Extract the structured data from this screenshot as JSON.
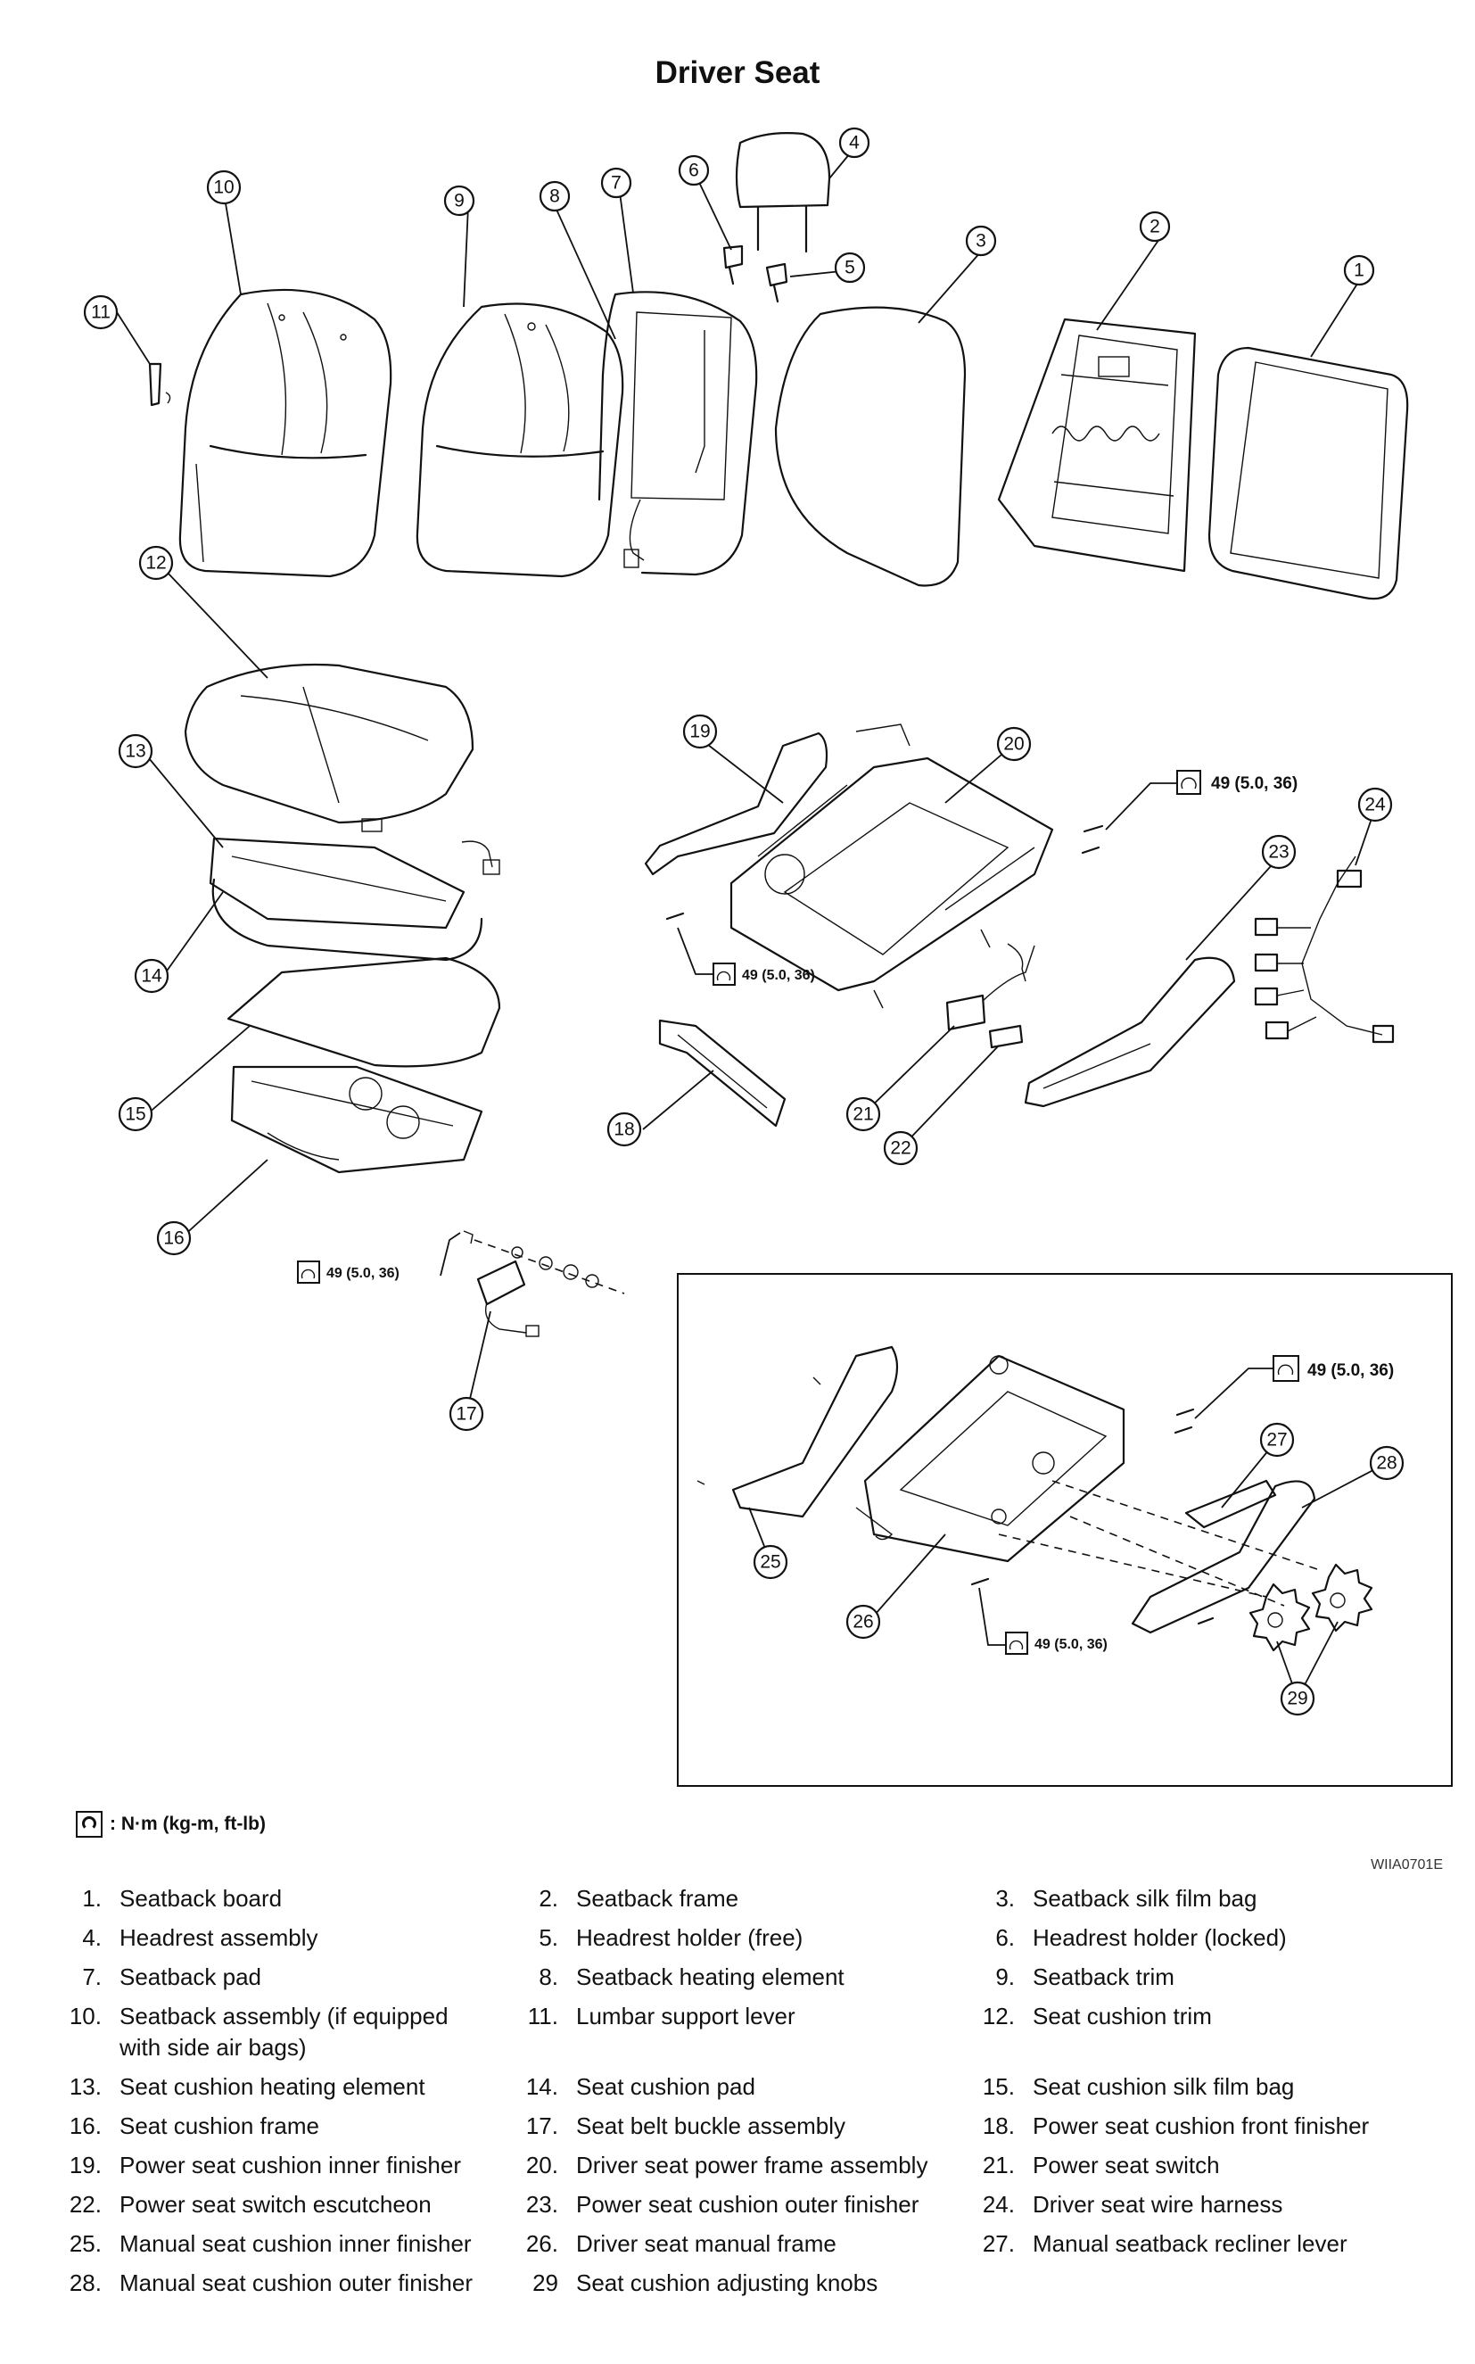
{
  "title": "Driver Seat",
  "figure_code": "WIIA0701E",
  "legend": {
    "icon": "torque-wrench-icon",
    "text": ": N·m (kg-m, ft-lb)"
  },
  "torque_label": "49 (5.0, 36)",
  "callouts": [
    "1",
    "2",
    "3",
    "4",
    "5",
    "6",
    "7",
    "8",
    "9",
    "10",
    "11",
    "12",
    "13",
    "14",
    "15",
    "16",
    "17",
    "18",
    "19",
    "20",
    "21",
    "22",
    "23",
    "24",
    "25",
    "26",
    "27",
    "28",
    "29"
  ],
  "parts": [
    {
      "num": "1.",
      "label": "Seatback board"
    },
    {
      "num": "2.",
      "label": "Seatback frame"
    },
    {
      "num": "3.",
      "label": "Seatback silk film bag"
    },
    {
      "num": "4.",
      "label": "Headrest assembly"
    },
    {
      "num": "5.",
      "label": "Headrest holder (free)"
    },
    {
      "num": "6.",
      "label": "Headrest holder (locked)"
    },
    {
      "num": "7.",
      "label": "Seatback pad"
    },
    {
      "num": "8.",
      "label": "Seatback heating element"
    },
    {
      "num": "9.",
      "label": "Seatback trim"
    },
    {
      "num": "10.",
      "label": "Seatback assembly (if equipped with side air bags)"
    },
    {
      "num": "11.",
      "label": "Lumbar support lever"
    },
    {
      "num": "12.",
      "label": "Seat cushion trim"
    },
    {
      "num": "13.",
      "label": "Seat cushion heating element"
    },
    {
      "num": "14.",
      "label": "Seat cushion pad"
    },
    {
      "num": "15.",
      "label": "Seat cushion silk film bag"
    },
    {
      "num": "16.",
      "label": "Seat cushion frame"
    },
    {
      "num": "17.",
      "label": "Seat belt buckle assembly"
    },
    {
      "num": "18.",
      "label": "Power seat cushion front finisher"
    },
    {
      "num": "19.",
      "label": "Power seat cushion inner finisher"
    },
    {
      "num": "20.",
      "label": "Driver seat power frame assembly"
    },
    {
      "num": "21.",
      "label": "Power seat switch"
    },
    {
      "num": "22.",
      "label": "Power seat switch escutcheon"
    },
    {
      "num": "23.",
      "label": "Power seat cushion outer finisher"
    },
    {
      "num": "24.",
      "label": "Driver seat wire harness"
    },
    {
      "num": "25.",
      "label": "Manual seat cushion inner finisher"
    },
    {
      "num": "26.",
      "label": "Driver seat manual frame"
    },
    {
      "num": "27.",
      "label": "Manual seatback recliner lever"
    },
    {
      "num": "28.",
      "label": "Manual seat cushion outer finisher"
    },
    {
      "num": "29",
      "label": "Seat cushion adjusting knobs"
    }
  ]
}
